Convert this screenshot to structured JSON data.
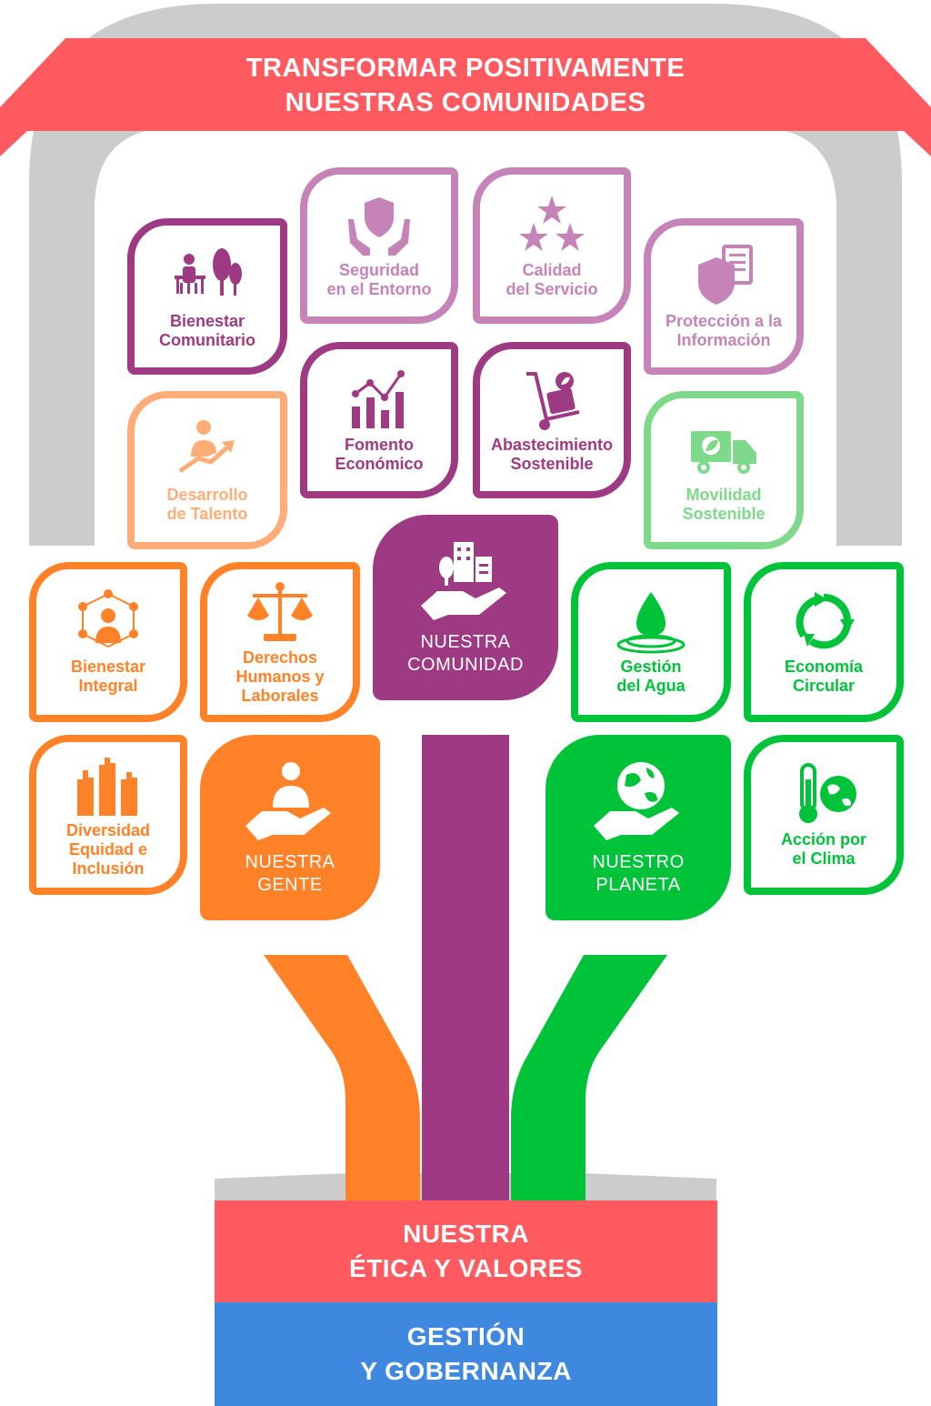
{
  "roof": {
    "line1": "TRANSFORMAR POSITIVAMENTE",
    "line2": "NUESTRAS COMUNIDADES"
  },
  "colors": {
    "roof": "#FF5A5F",
    "frame": "#CCCCCC",
    "purple": "#9E3A84",
    "lilac": "#C583B8",
    "orange": "#FF8228",
    "peach": "#FFAD78",
    "green": "#00C33A",
    "lightgreen": "#7FD98A",
    "blue": "#3F88DF"
  },
  "tiles": {
    "bienestar_comunitario": {
      "line1": "Bienestar",
      "line2": "Comunitario",
      "icon": "park-bench-icon"
    },
    "seguridad": {
      "line1": "Seguridad",
      "line2": "en el Entorno",
      "icon": "shield-hands-icon"
    },
    "calidad": {
      "line1": "Calidad",
      "line2": "del Servicio",
      "icon": "stars-icon"
    },
    "proteccion": {
      "line1": "Protección a la",
      "line2": "Información",
      "icon": "shield-document-icon"
    },
    "fomento": {
      "line1": "Fomento",
      "line2": "Económico",
      "icon": "bar-chart-icon"
    },
    "abastecimiento": {
      "line1": "Abastecimiento",
      "line2": "Sostenible",
      "icon": "hand-truck-icon"
    },
    "desarrollo": {
      "line1": "Desarrollo",
      "line2": "de Talento",
      "icon": "person-growth-icon"
    },
    "movilidad": {
      "line1": "Movilidad",
      "line2": "Sostenible",
      "icon": "truck-leaf-icon"
    },
    "bienestar_integral": {
      "line1": "Bienestar",
      "line2": "Integral",
      "icon": "network-person-icon"
    },
    "derechos": {
      "line1": "Derechos",
      "line2": "Humanos y",
      "line3": "Laborales",
      "icon": "scales-icon"
    },
    "agua": {
      "line1": "Gestión",
      "line2": "del Agua",
      "icon": "water-drop-icon"
    },
    "economia": {
      "line1": "Economía",
      "line2": "Circular",
      "icon": "recycle-arrows-icon"
    },
    "diversidad": {
      "line1": "Diversidad",
      "line2": "Equidad e",
      "line3": "Inclusión",
      "icon": "raised-hands-icon"
    },
    "clima": {
      "line1": "Acción por",
      "line2": "el Clima",
      "icon": "thermometer-earth-icon"
    }
  },
  "pillars": {
    "comunidad": {
      "line1": "NUESTRA",
      "line2": "COMUNIDAD",
      "icon": "hand-buildings-icon"
    },
    "gente": {
      "line1": "NUESTRA",
      "line2": "GENTE",
      "icon": "hand-person-icon"
    },
    "planeta": {
      "line1": "NUESTRO",
      "line2": "PLANETA",
      "icon": "hand-globe-icon"
    }
  },
  "base": {
    "etica": {
      "line1": "NUESTRA",
      "line2": "ÉTICA Y VALORES"
    },
    "gestion": {
      "line1": "GESTIÓN",
      "line2": "Y GOBERNANZA"
    }
  }
}
